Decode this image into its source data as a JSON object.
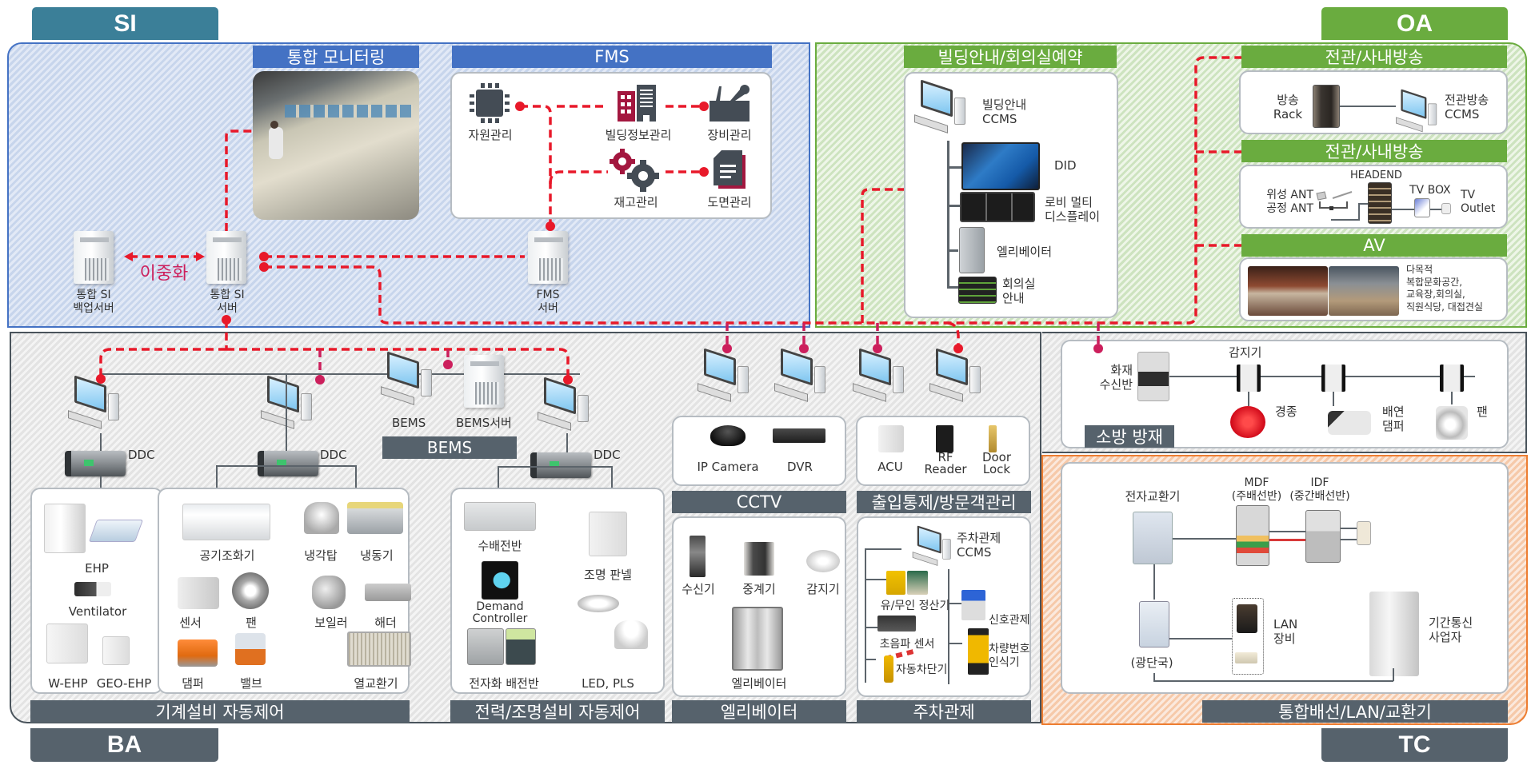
{
  "categories": {
    "si": "SI",
    "oa": "OA",
    "ba": "BA",
    "tc": "TC"
  },
  "colors": {
    "si_blue": "#4472c4",
    "oa_green": "#6aac3f",
    "ba_dark": "#56626c",
    "tc_orange": "#ed7d31",
    "link_red": "#e8192a",
    "accent_magenta": "#cc1f5c",
    "fms_crimson": "#a3173f"
  },
  "si": {
    "monitoring_title": "통합 모니터링",
    "fms_title": "FMS",
    "fms_items": {
      "resource": "자원관리",
      "building_info": "빌딩정보관리",
      "equipment": "장비관리",
      "inventory": "재고관리",
      "drawing": "도면관리"
    },
    "backup_server": "통합 SI\n백업서버",
    "backup_server_l1": "통합 SI",
    "backup_server_l2": "백업서버",
    "redundancy": "이중화",
    "si_server_l1": "통합 SI",
    "si_server_l2": "서버",
    "fms_server_l1": "FMS",
    "fms_server_l2": "서버"
  },
  "oa": {
    "guide_title": "빌딩안내/회의실예약",
    "guide_ccms_l1": "빌딩안내",
    "guide_ccms_l2": "CCMS",
    "did": "DID",
    "lobby_l1": "로비 멀티",
    "lobby_l2": "디스플레이",
    "elevator": "엘리베이터",
    "meeting_l1": "회의실",
    "meeting_l2": "안내",
    "broadcast_title": "전관/사내방송",
    "broadcast_rack_l1": "방송",
    "broadcast_rack_l2": "Rack",
    "broadcast_ccms_l1": "전관방송",
    "broadcast_ccms_l2": "CCMS",
    "tv_title": "전관/사내방송",
    "headend": "HEADEND",
    "sat_ant": "위성 ANT",
    "ground_ant": "공정 ANT",
    "tv_box": "TV BOX",
    "tv_outlet_l1": "TV",
    "tv_outlet_l2": "Outlet",
    "av_title": "AV",
    "av_desc_l1": "다목적",
    "av_desc_l2": "복합문화공간,",
    "av_desc_l3": "교육장,회의실,",
    "av_desc_l4": "직원식당, 대접견실"
  },
  "ba": {
    "ddc": "DDC",
    "bems": "BEMS",
    "bems_server": "BEMS서버",
    "bems_title": "BEMS",
    "hvac_group1": {
      "ehp": "EHP",
      "ventilator": "Ventilator",
      "wehp": "W-EHP",
      "geoehp": "GEO-EHP"
    },
    "hvac_group2": {
      "ahu": "공기조화기",
      "cooling_tower": "냉각탑",
      "chiller": "냉동기",
      "sensor": "센서",
      "fan": "팬",
      "boiler": "보일러",
      "header": "해더",
      "damper": "댐퍼",
      "valve": "밸브",
      "heat_exchanger": "열교환기"
    },
    "mech_title": "기계설비 자동제어",
    "power": {
      "switchgear": "수배전반",
      "demand_l1": "Demand",
      "demand_l2": "Controller",
      "digital_panel": "전자화 배전반",
      "light_panel": "조명 판넬",
      "led": "LED, PLS"
    },
    "power_title": "전력/조명설비 자동제어",
    "cctv": {
      "ipcam": "IP Camera",
      "dvr": "DVR",
      "title": "CCTV"
    },
    "access": {
      "acu": "ACU",
      "rf_l1": "RF",
      "rf_l2": "Reader",
      "door_l1": "Door",
      "door_l2": "Lock",
      "title": "출입통제/방문객관리"
    },
    "elevator": {
      "receiver": "수신기",
      "repeater": "중계기",
      "detector": "감지기",
      "elevator": "엘리베이터",
      "title": "엘리베이터"
    },
    "parking": {
      "ccms_l1": "주차관제",
      "ccms_l2": "CCMS",
      "payment": "유/무인 정산기",
      "ultrasonic": "초음파 센서",
      "barrier": "자동차단기",
      "signal": "신호관제",
      "lpr_l1": "차량번호",
      "lpr_l2": "인식기",
      "title": "주차관제"
    }
  },
  "fire": {
    "panel_l1": "화재",
    "panel_l2": "수신반",
    "detector": "감지기",
    "bell": "경종",
    "smoke_l1": "배연",
    "smoke_l2": "댐퍼",
    "fan": "팬",
    "title": "소방 방재"
  },
  "tc": {
    "pbx": "전자교환기",
    "mdf_l1": "MDF",
    "mdf_l2": "(주배선반)",
    "idf_l1": "IDF",
    "idf_l2": "(중간배선반)",
    "optical": "(광단국)",
    "lan_l1": "LAN",
    "lan_l2": "장비",
    "carrier_l1": "기간통신",
    "carrier_l2": "사업자",
    "title": "통합배선/LAN/교환기"
  }
}
